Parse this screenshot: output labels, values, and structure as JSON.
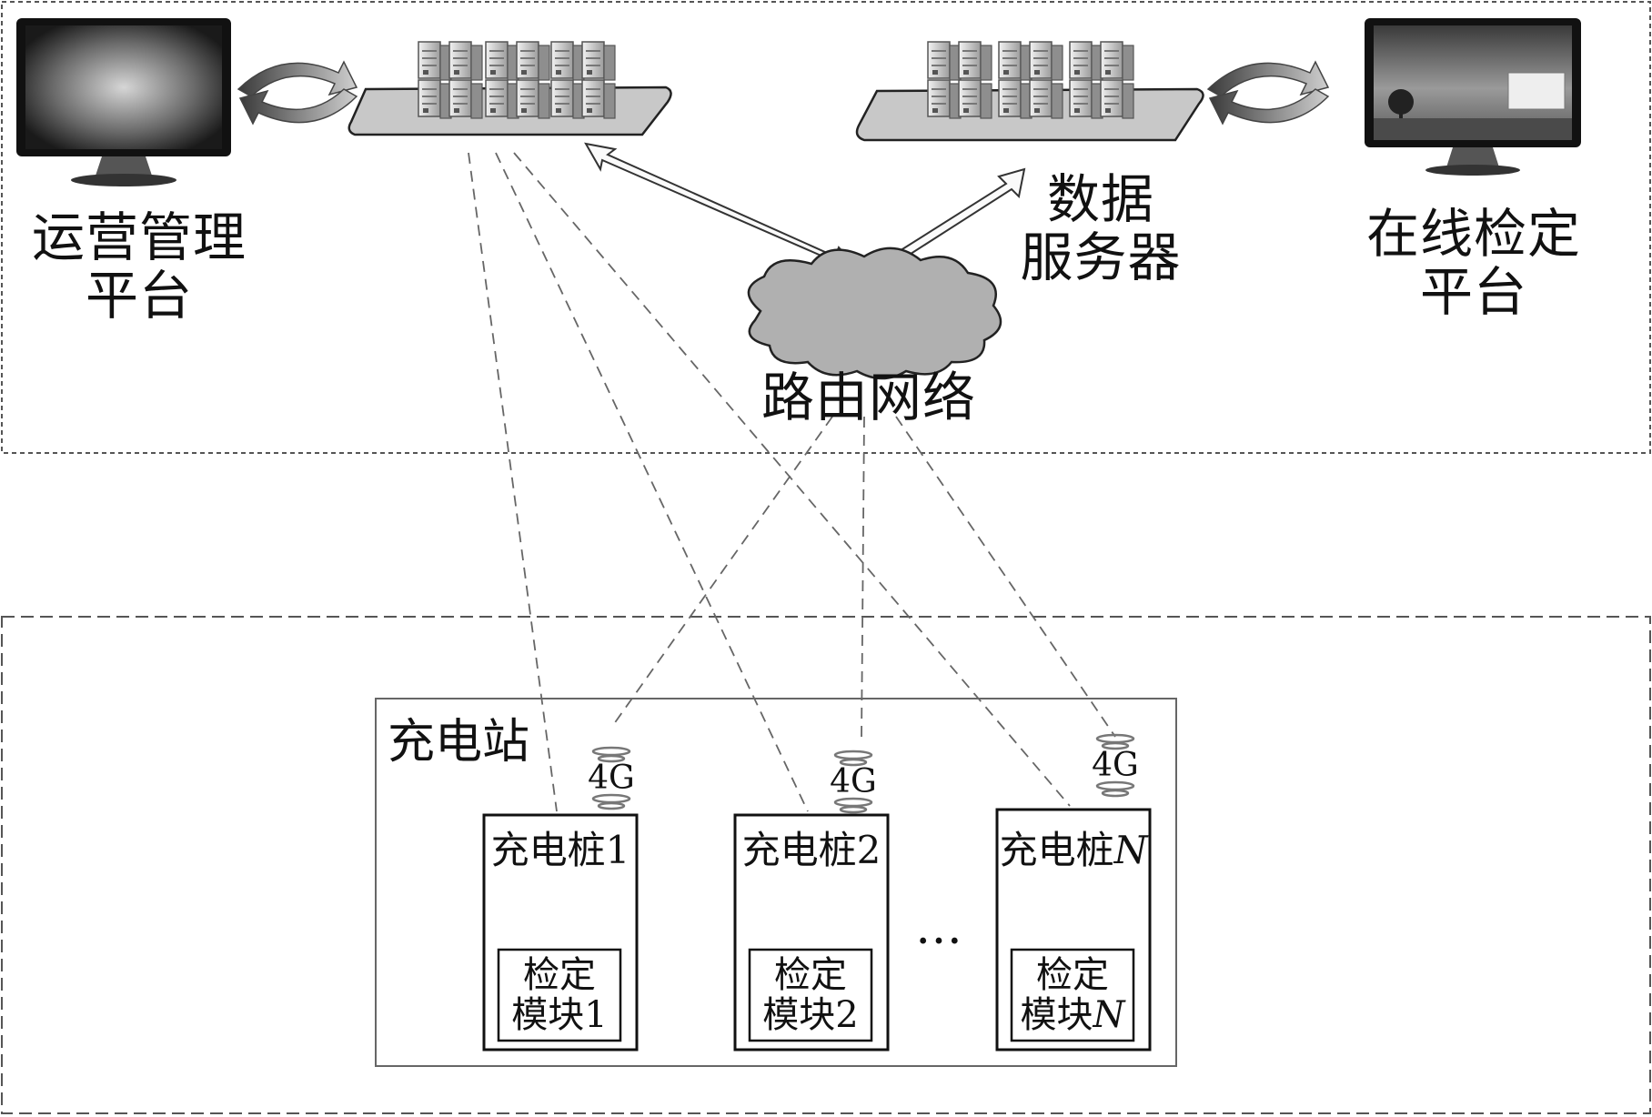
{
  "platforms": {
    "operations": {
      "line1": "运营管理",
      "line2": "平台"
    },
    "data_server": {
      "line1": "数据",
      "line2": "服务器"
    },
    "online_verification": {
      "line1": "在线检定",
      "line2": "平台"
    },
    "network": "路由网络"
  },
  "station": {
    "title": "充电站",
    "ellipsis": "…",
    "piles": [
      {
        "name": "充电桩",
        "index": "1",
        "italic": false,
        "module_line1": "检定",
        "module_line2": "模块",
        "signal": "4G"
      },
      {
        "name": "充电桩",
        "index": "2",
        "italic": false,
        "module_line1": "检定",
        "module_line2": "模块",
        "signal": "4G"
      },
      {
        "name": "充电桩",
        "index": "N",
        "italic": true,
        "module_line1": "检定",
        "module_line2": "模块",
        "signal": "4G"
      }
    ]
  },
  "colors": {
    "line": "#555555",
    "tray": "#c8c8c8",
    "server": "#d9d9d9",
    "cloud": "#b0b0b0"
  },
  "icons": [
    "monitor-icon",
    "server-rack-icon",
    "cloud-icon",
    "sync-arrows-icon",
    "double-arrow-icon",
    "signal-icon"
  ]
}
